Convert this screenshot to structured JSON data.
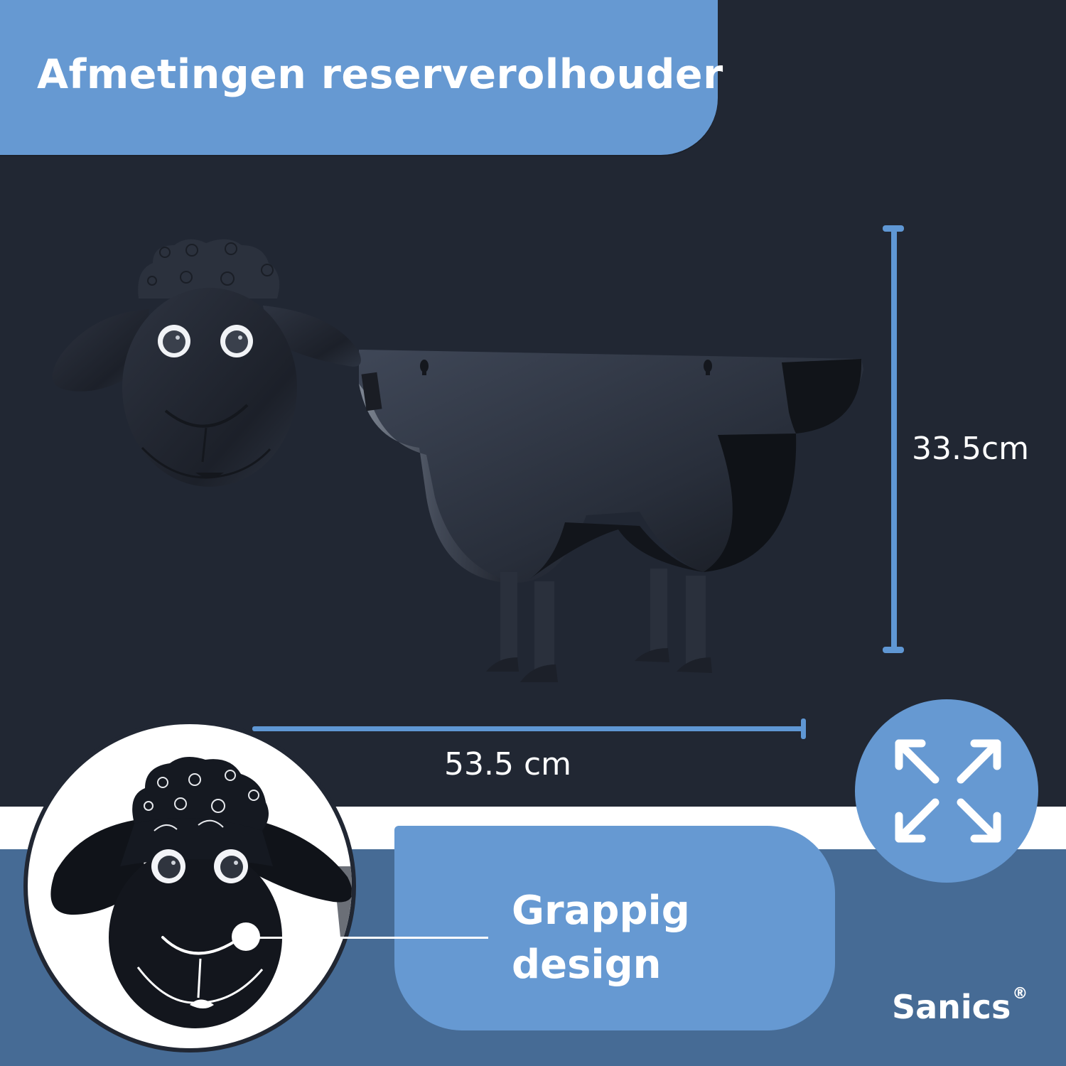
{
  "header": {
    "title": "Afmetingen reserverolhouder"
  },
  "product": {
    "name": "sheep-shaped spare toilet roll holder",
    "icon": "sheep-illustration"
  },
  "dimensions": {
    "height_label": "33.5cm",
    "width_label": "53.5 cm"
  },
  "expand_badge": {
    "icon": "expand-arrows-icon"
  },
  "feature": {
    "title_line1": "Grappig",
    "title_line2": "design",
    "detail_icon": "sheep-face-closeup"
  },
  "brand": {
    "name": "Sanics",
    "mark": "®"
  },
  "colors": {
    "background_dark": "#212733",
    "accent_light_blue": "#6699d2",
    "band_blue": "#466b95",
    "dimension_line": "#5f97d4",
    "text": "#ffffff"
  }
}
